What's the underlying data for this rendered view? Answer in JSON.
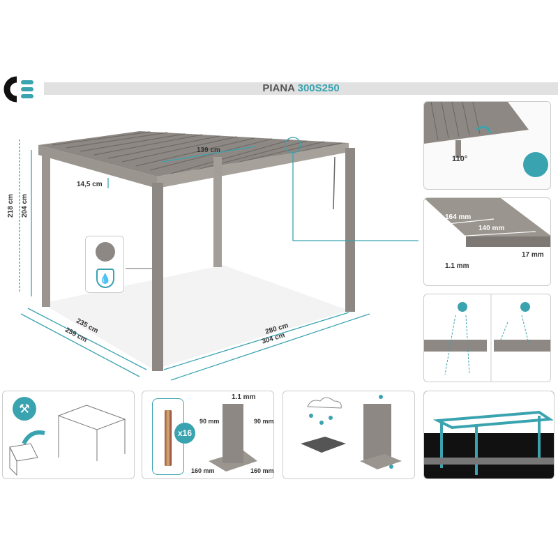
{
  "header": {
    "logo": "CE",
    "product_name": "PIANA",
    "model": "300S250"
  },
  "dimensions": {
    "slat_span": "139 cm",
    "beam_height": "14,5 cm",
    "total_height": "218 cm",
    "clear_height": "204 cm",
    "depth_inner": "235 cm",
    "depth_outer": "259 cm",
    "width_inner": "280 cm",
    "width_outer": "304 cm"
  },
  "detail_panels": {
    "rotation": "110°",
    "slat_width": "164 mm",
    "slat_inner": "140 mm",
    "slat_depth": "17 mm",
    "slat_thickness": "1.1 mm"
  },
  "bottom_panels": {
    "anchor_count": "x16",
    "post_thickness": "1.1 mm",
    "post_side_a": "90 mm",
    "post_side_b": "90 mm",
    "base_a": "160 mm",
    "base_b": "160 mm"
  },
  "colors": {
    "accent": "#3aa3b0",
    "frame": "#8a8580",
    "title_bg": "#e1e1e1"
  }
}
